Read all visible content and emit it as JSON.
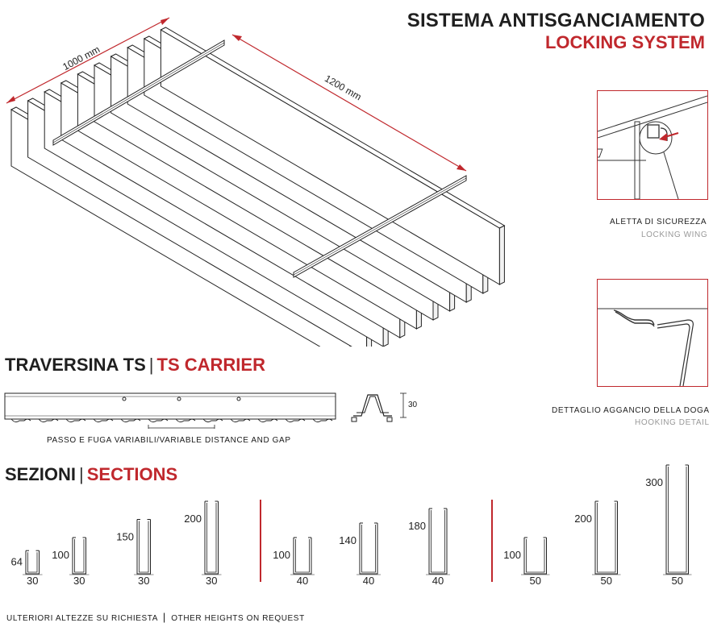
{
  "header": {
    "title_it": "SISTEMA ANTISGANCIAMENTO",
    "title_en": "LOCKING SYSTEM"
  },
  "iso_view": {
    "width_label": "1000 mm",
    "length_label": "1200 mm"
  },
  "details": {
    "locking": {
      "label_it": "ALETTA DI SICUREZZA",
      "label_en": "LOCKING WING"
    },
    "hooking": {
      "label_it": "DETTAGLIO AGGANCIO DELLA DOGA",
      "label_en": "HOOKING DETAIL"
    }
  },
  "carrier": {
    "title_it": "TRAVERSINA TS",
    "separator": "|",
    "title_en": "TS CARRIER",
    "note_it": "PASSO E FUGA VARIABILI/",
    "note_en": "VARIABLE DISTANCE AND GAP",
    "profile_height": "30"
  },
  "sections": {
    "title_it": "SEZIONI",
    "separator": "|",
    "title_en": "SECTIONS",
    "groups": [
      {
        "width": "30",
        "items": [
          {
            "h": "64",
            "w": "30"
          },
          {
            "h": "100",
            "w": "30"
          },
          {
            "h": "150",
            "w": "30"
          },
          {
            "h": "200",
            "w": "30"
          }
        ]
      },
      {
        "width": "40",
        "items": [
          {
            "h": "100",
            "w": "40"
          },
          {
            "h": "140",
            "w": "40"
          },
          {
            "h": "180",
            "w": "40"
          }
        ]
      },
      {
        "width": "50",
        "items": [
          {
            "h": "100",
            "w": "50"
          },
          {
            "h": "200",
            "w": "50"
          },
          {
            "h": "300",
            "w": "50"
          }
        ]
      }
    ]
  },
  "footer": {
    "note_it": "ULTERIORI ALTEZZE SU RICHIESTA",
    "separator": "|",
    "note_en": "OTHER HEIGHTS ON REQUEST"
  },
  "colors": {
    "accent": "#c0282d",
    "text": "#1f1f1f",
    "muted": "#999999"
  }
}
